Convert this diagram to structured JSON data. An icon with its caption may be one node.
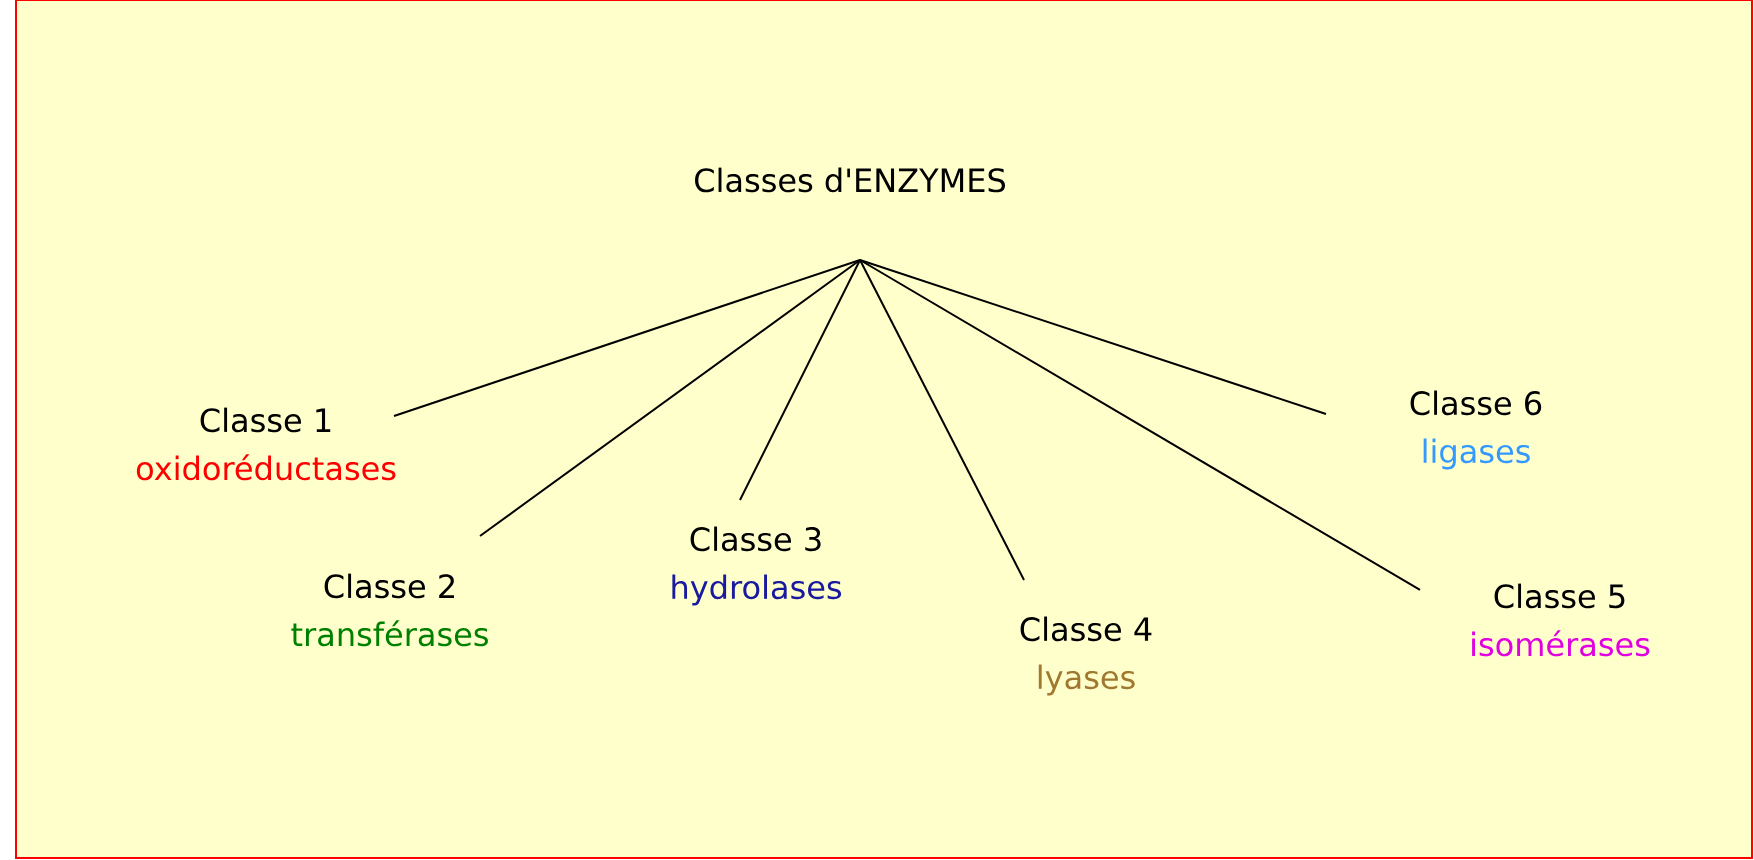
{
  "diagram": {
    "nodes": [
      {
        "text": [
          "Classes d'ENZYMES"
        ]
      },
      {
        "text": [
          "Classe 1",
          "oxidoréductases"
        ]
      },
      {
        "text": [
          "Classe 2",
          "transférases"
        ]
      },
      {
        "text": [
          "Classe 3",
          "hydrolases"
        ]
      },
      {
        "text": [
          "Classe 4",
          "lyases"
        ]
      },
      {
        "text": [
          "Classe 5",
          "isomérases"
        ]
      },
      {
        "text": [
          "Classe 6",
          "ligases"
        ]
      }
    ],
    "edges": [
      {
        "from": 0,
        "to": 1,
        "arrow": "none"
      },
      {
        "from": 0,
        "to": 2,
        "arrow": "none"
      },
      {
        "from": 0,
        "to": 3,
        "arrow": "none"
      },
      {
        "from": 0,
        "to": 4,
        "arrow": "none"
      },
      {
        "from": 0,
        "to": 5,
        "arrow": "none"
      },
      {
        "from": 0,
        "to": 6,
        "arrow": "none"
      }
    ]
  }
}
